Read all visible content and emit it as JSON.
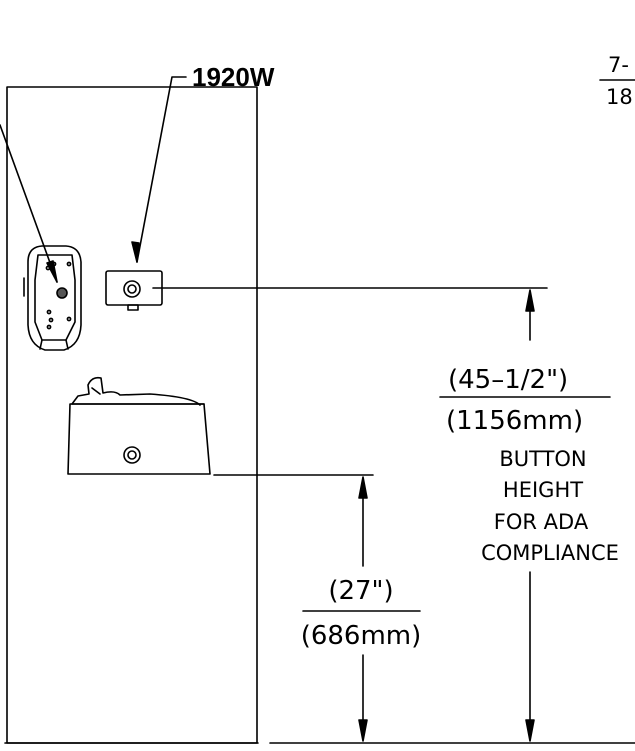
{
  "labels": {
    "model": "1920W",
    "top_right_1": "7-",
    "top_right_2": "18"
  },
  "dimensions": {
    "button_height": {
      "imperial": "(45–1/2\")",
      "metric": "(1156mm)",
      "note_line_1": "BUTTON",
      "note_line_2": "HEIGHT",
      "note_line_3": "FOR ADA",
      "note_line_4": "COMPLIANCE"
    },
    "bubbler_height": {
      "imperial": "(27\")",
      "metric": "(686mm)"
    }
  },
  "colors": {
    "ink": "#000000",
    "paper": "#ffffff",
    "fill_dark": "#555555"
  }
}
